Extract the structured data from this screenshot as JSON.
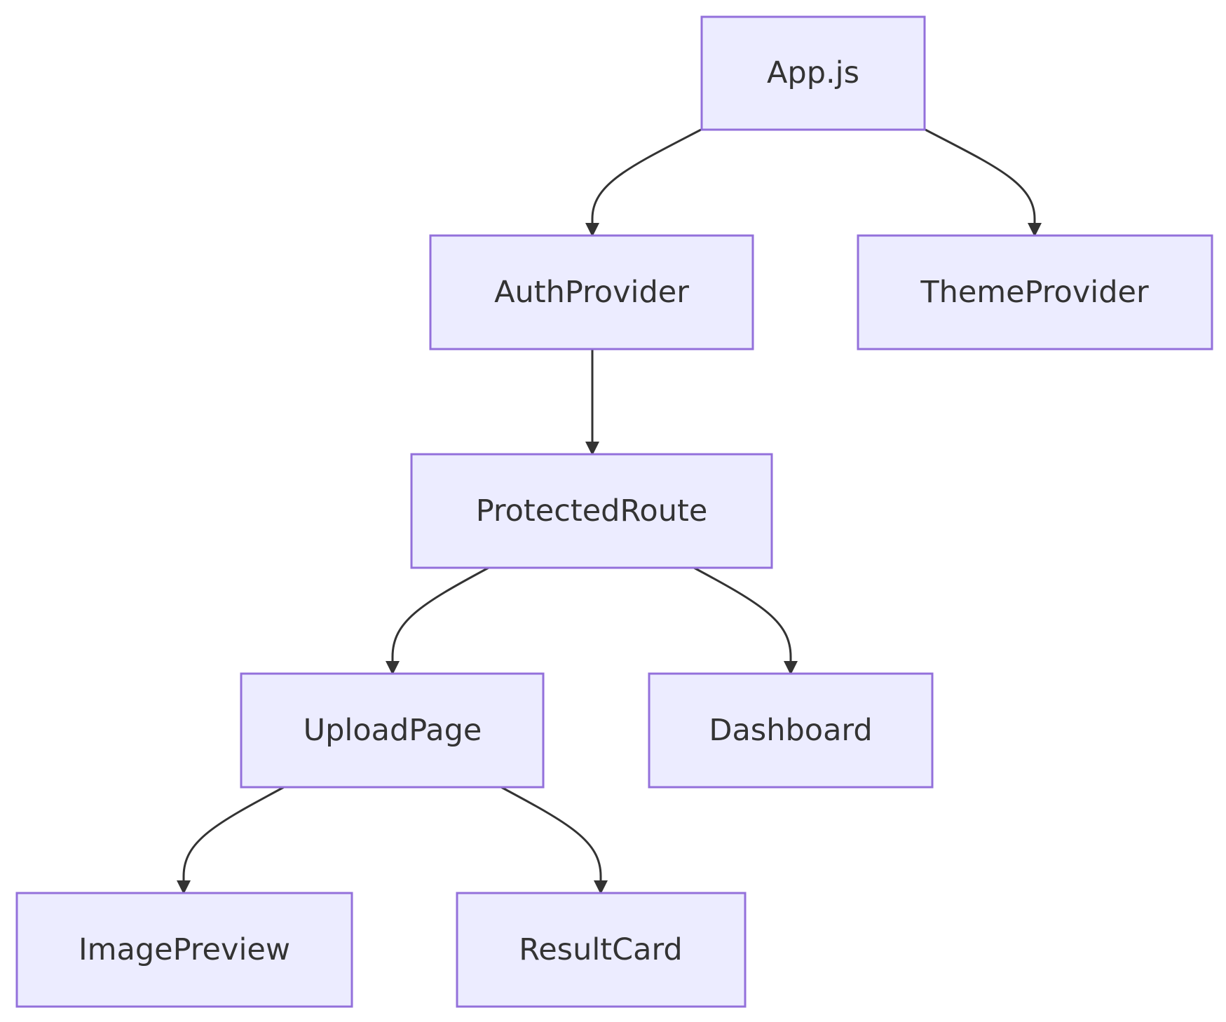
{
  "colors": {
    "node_fill": "#ECECFF",
    "node_stroke": "#9370DB",
    "edge": "#333333",
    "text": "#333333",
    "background": "#FFFFFF"
  },
  "nodes": [
    {
      "id": "app",
      "label": "App.js"
    },
    {
      "id": "auth",
      "label": "AuthProvider"
    },
    {
      "id": "theme",
      "label": "ThemeProvider"
    },
    {
      "id": "protected",
      "label": "ProtectedRoute"
    },
    {
      "id": "upload",
      "label": "UploadPage"
    },
    {
      "id": "dashboard",
      "label": "Dashboard"
    },
    {
      "id": "imagepreview",
      "label": "ImagePreview"
    },
    {
      "id": "resultcard",
      "label": "ResultCard"
    }
  ],
  "edges": [
    {
      "from": "app",
      "to": "auth"
    },
    {
      "from": "app",
      "to": "theme"
    },
    {
      "from": "auth",
      "to": "protected"
    },
    {
      "from": "protected",
      "to": "upload"
    },
    {
      "from": "protected",
      "to": "dashboard"
    },
    {
      "from": "upload",
      "to": "imagepreview"
    },
    {
      "from": "upload",
      "to": "resultcard"
    }
  ]
}
